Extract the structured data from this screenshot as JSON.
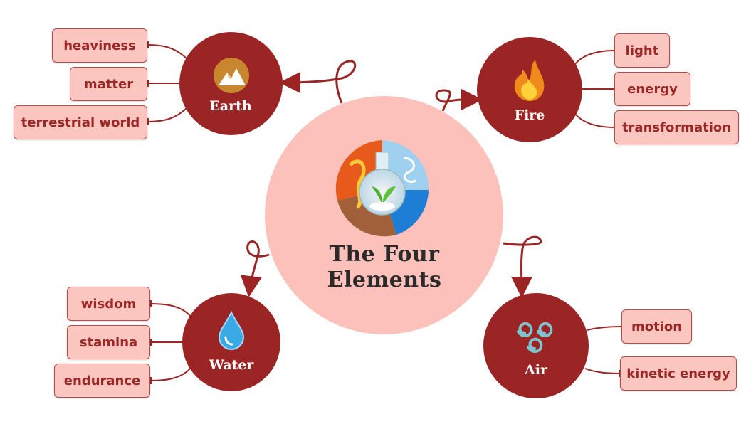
{
  "central_topic": {
    "title_line1": "The Four",
    "title_line2": "Elements"
  },
  "colors": {
    "node": "#9b2525",
    "leaf_fill": "#fcc6c0",
    "leaf_border": "#b94a48",
    "center": "#fdc1bb",
    "connector": "#9b2525"
  },
  "branches": [
    {
      "id": "earth",
      "label": "Earth",
      "icon": "mountain-icon",
      "leaves": [
        "heaviness",
        "matter",
        "terrestrial world"
      ]
    },
    {
      "id": "fire",
      "label": "Fire",
      "icon": "flame-icon",
      "leaves": [
        "light",
        "energy",
        "transformation"
      ]
    },
    {
      "id": "water",
      "label": "Water",
      "icon": "water-drop-icon",
      "leaves": [
        "wisdom",
        "stamina",
        "endurance"
      ]
    },
    {
      "id": "air",
      "label": "Air",
      "icon": "air-swirl-icon",
      "leaves": [
        "motion",
        "kinetic energy"
      ]
    }
  ]
}
